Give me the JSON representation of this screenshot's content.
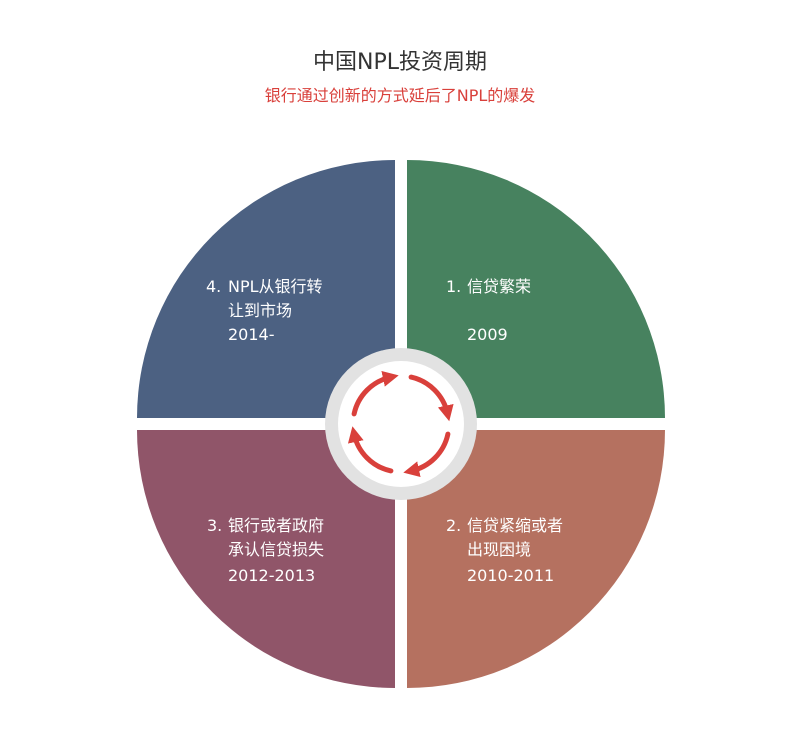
{
  "header": {
    "title": "中国NPL投资周期",
    "subtitle": "银行通过创新的方式延后了NPL的爆发"
  },
  "colors": {
    "q1": "#47825f",
    "q2": "#b57160",
    "q3": "#905569",
    "q4": "#4c6182",
    "accent": "#d9403b",
    "center_ring": "#e2e2e2"
  },
  "quadrants": {
    "q1": {
      "num": "1.",
      "line1": "信贷繁荣",
      "line2": "",
      "year": "2009"
    },
    "q2": {
      "num": "2.",
      "line1": "信贷紧缩或者",
      "line2": "出现困境",
      "year": "2010-2011"
    },
    "q3": {
      "num": "3.",
      "line1": "银行或者政府",
      "line2": "承认信贷损失",
      "year": "2012-2013"
    },
    "q4": {
      "num": "4.",
      "line1": "NPL从银行转",
      "line2": "让到市场",
      "year": "2014-"
    }
  },
  "center_icon": "cycle-arrows-icon"
}
